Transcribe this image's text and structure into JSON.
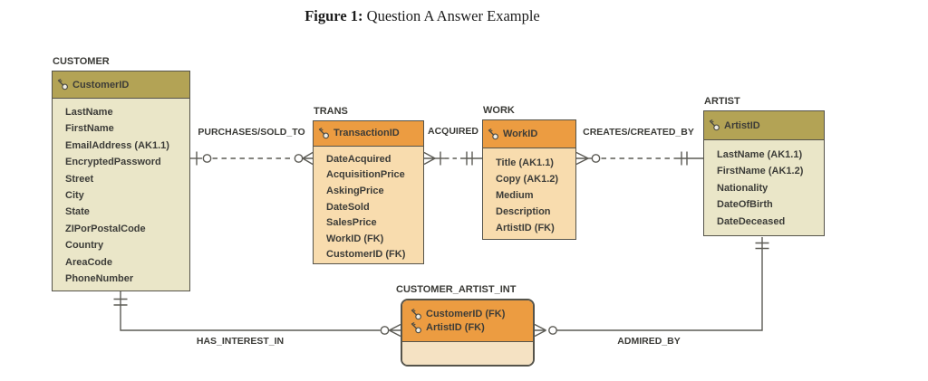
{
  "caption": {
    "prefix": "Figure 1:",
    "text": " Question A Answer Example"
  },
  "entities": {
    "customer": {
      "name": "CUSTOMER",
      "keys": [
        "CustomerID"
      ],
      "attributes": [
        "LastName",
        "FirstName",
        "EmailAddress (AK1.1)",
        "EncryptedPassword",
        "Street",
        "City",
        "State",
        "ZIPorPostalCode",
        "Country",
        "AreaCode",
        "PhoneNumber"
      ]
    },
    "trans": {
      "name": "TRANS",
      "keys": [
        "TransactionID"
      ],
      "attributes": [
        "DateAcquired",
        "AcquisitionPrice",
        "AskingPrice",
        "DateSold",
        "SalesPrice",
        "WorkID (FK)",
        "CustomerID (FK)"
      ]
    },
    "work": {
      "name": "WORK",
      "keys": [
        "WorkID"
      ],
      "attributes": [
        "Title (AK1.1)",
        "Copy (AK1.2)",
        "Medium",
        "Description",
        "ArtistID (FK)"
      ]
    },
    "artist": {
      "name": "ARTIST",
      "keys": [
        "ArtistID"
      ],
      "attributes": [
        "LastName (AK1.1)",
        "FirstName (AK1.2)",
        "Nationality",
        "DateOfBirth",
        "DateDeceased"
      ]
    },
    "customer_artist_int": {
      "name": "CUSTOMER_ARTIST_INT",
      "keys": [
        "CustomerID (FK)",
        "ArtistID (FK)"
      ],
      "attributes": []
    }
  },
  "relationships": [
    {
      "label": "PURCHASES/SOLD_TO",
      "from": "CUSTOMER",
      "to": "TRANS",
      "line": "dashed",
      "from_cardinality": "one-optional (|o)",
      "to_cardinality": "zero-or-many (o<)"
    },
    {
      "label": "ACQUIRED",
      "from": "WORK",
      "to": "TRANS",
      "line": "dashed",
      "from_cardinality": "exactly-one (||)",
      "to_cardinality": "one-or-many (>|)"
    },
    {
      "label": "CREATES/CREATED_BY",
      "from": "ARTIST",
      "to": "WORK",
      "line": "dashed",
      "from_cardinality": "exactly-one (||)",
      "to_cardinality": "zero-or-many (>o)"
    },
    {
      "label": "HAS_INTEREST_IN",
      "from": "CUSTOMER",
      "to": "CUSTOMER_ARTIST_INT",
      "line": "solid",
      "from_cardinality": "exactly-one (=)",
      "to_cardinality": "zero-or-many (o<)"
    },
    {
      "label": "ADMIRED_BY",
      "from": "ARTIST",
      "to": "CUSTOMER_ARTIST_INT",
      "line": "solid",
      "from_cardinality": "exactly-one (=)",
      "to_cardinality": "zero-or-many (>o)"
    }
  ],
  "icons": {
    "key": "key-icon"
  },
  "colors": {
    "strong_entity_header": "#b3a355",
    "strong_entity_body": "#eae6c8",
    "weak_entity_header": "#ec9c41",
    "weak_entity_body": "#f8dcae",
    "intersection_body": "#f5e2c3",
    "border": "#55534a",
    "wire": "#5c5b55",
    "text": "#3c3c38"
  }
}
